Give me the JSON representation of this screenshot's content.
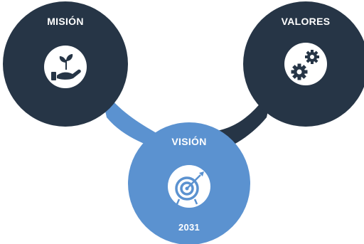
{
  "nodes": [
    {
      "id": "mision",
      "label": "MISIÓN",
      "icon": "hand-plant-icon"
    },
    {
      "id": "valores",
      "label": "VALORES",
      "icon": "gears-icon"
    },
    {
      "id": "vision",
      "label": "VISIÓN",
      "sublabel": "2031",
      "icon": "target-arrow-icon"
    }
  ],
  "colors": {
    "dark": "#263546",
    "accent": "#5b92d0",
    "icon_bg": "#ffffff"
  }
}
